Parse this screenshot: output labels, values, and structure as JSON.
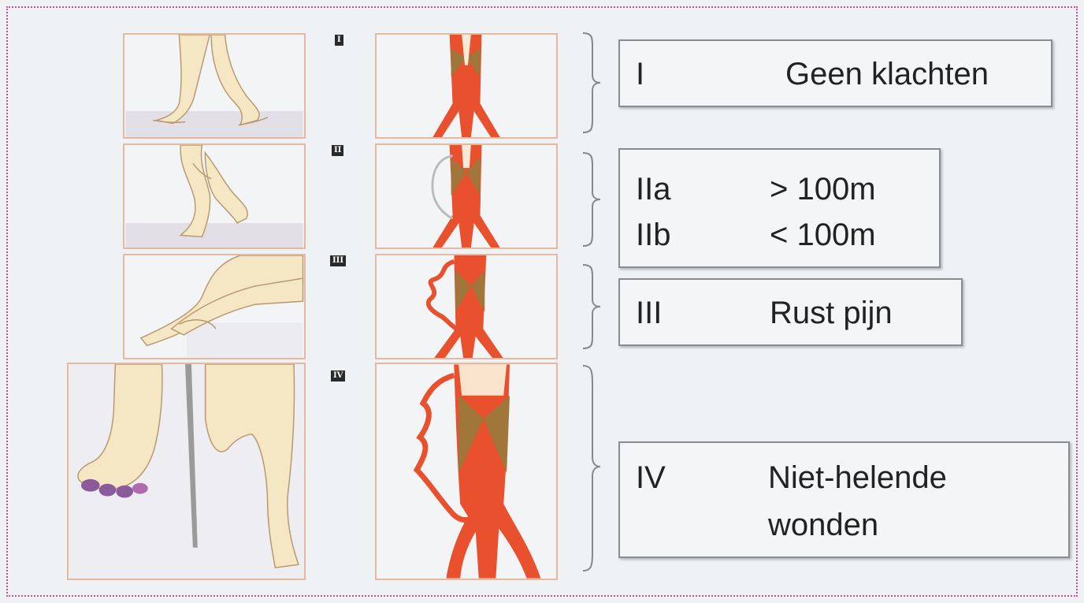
{
  "stages": [
    {
      "badge": "I",
      "rows": [
        {
          "code": "I",
          "desc": "Geen klachten"
        }
      ]
    },
    {
      "badge": "II",
      "rows": [
        {
          "code": "IIa",
          "desc": "> 100m"
        },
        {
          "code": "IIb",
          "desc": "< 100m"
        }
      ]
    },
    {
      "badge": "III",
      "rows": [
        {
          "code": "III",
          "desc": "Rust pijn"
        }
      ]
    },
    {
      "badge": "IV",
      "rows": [
        {
          "code": "IV",
          "desc": "Niet-helende"
        },
        {
          "code": "",
          "desc": "wonden"
        }
      ]
    }
  ],
  "colors": {
    "frame_dotted": "#c8509a",
    "panel_border": "#e4b9a0",
    "artery": "#e8502e",
    "plaque": "#a0763a",
    "skin": "#f5e6c4",
    "skin_outline": "#b89870",
    "box_border": "#8a8d90"
  },
  "icons": [
    "walking-legs-illustration",
    "artery-illustration",
    "brace-icon",
    "ulcerated-toes-illustration",
    "amputation-illustration"
  ]
}
